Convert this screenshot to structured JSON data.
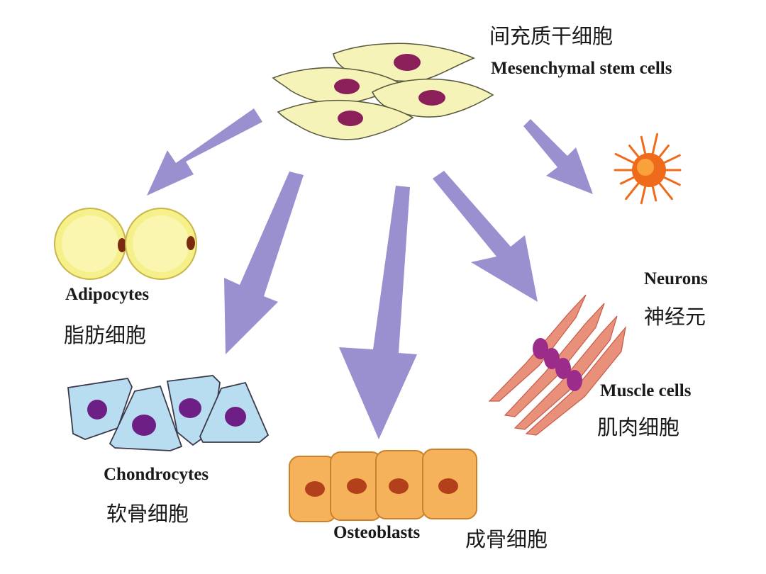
{
  "source": {
    "name_zh": "间充质干细胞",
    "name_en": "Mesenchymal stem cells"
  },
  "targets": [
    {
      "id": "adipocytes",
      "name_en": "Adipocytes",
      "name_zh": "脂肪细胞"
    },
    {
      "id": "chondrocytes",
      "name_en": "Chondrocytes",
      "name_zh": "软骨细胞"
    },
    {
      "id": "osteoblasts",
      "name_en": "Osteoblasts",
      "name_zh": "成骨细胞"
    },
    {
      "id": "muscle",
      "name_en": "Muscle cells",
      "name_zh": "肌肉细胞"
    },
    {
      "id": "neurons",
      "name_en": "Neurons",
      "name_zh": "神经元"
    }
  ],
  "colors": {
    "arrow": "#9a90cf",
    "stem_cell_fill": "#f6f3b8",
    "stem_nucleus": "#8a1f5a",
    "adipocyte_fill": "#f6f08a",
    "chondrocyte_fill": "#b9ddf0",
    "chondro_nucleus": "#6e1f86",
    "osteoblast_fill": "#f6b25a",
    "osteo_nucleus": "#b2401a",
    "muscle_fill": "#e8907a",
    "muscle_nucleus": "#9b2c8a",
    "neuron_fill": "#ef6a1a"
  }
}
